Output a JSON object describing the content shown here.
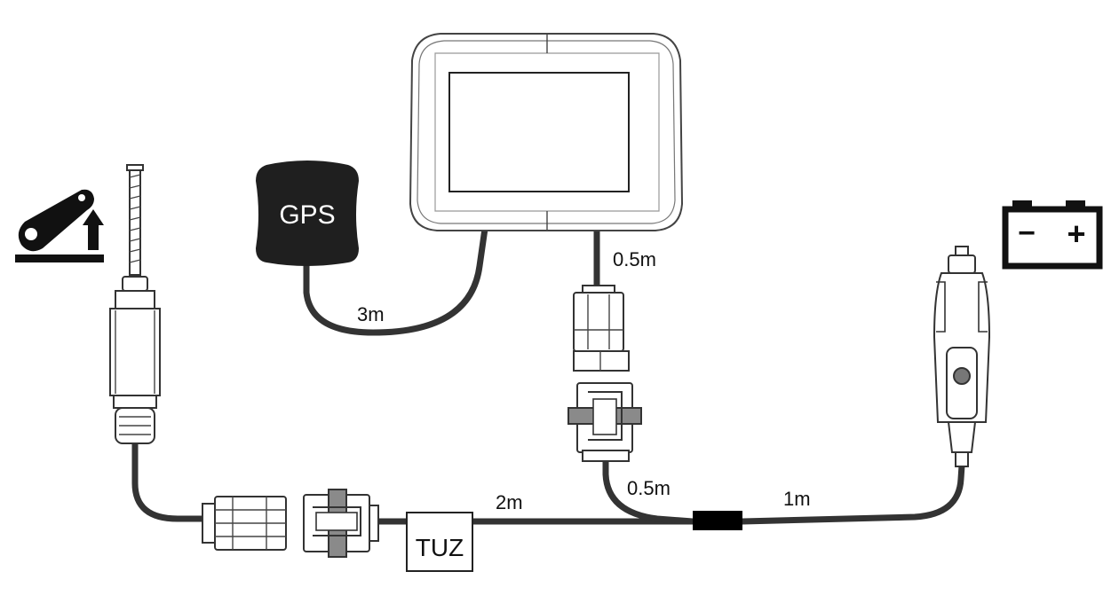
{
  "diagram": {
    "gps_label": "GPS",
    "tuz_label": "TUZ",
    "cable_labels": {
      "gps_cable": "3m",
      "display_cable": "0.5m",
      "connector_cable": "0.5m",
      "main_cable": "2m",
      "power_cable": "1m"
    },
    "battery_minus": "−",
    "battery_plus": "+",
    "icons": {
      "lever": "lever-limit-icon",
      "battery": "battery-icon",
      "display": "display-terminal",
      "gps": "gps-antenna",
      "switch": "limit-switch",
      "plug": "cigarette-lighter-plug"
    },
    "colors": {
      "cable": "#333333",
      "gps_body": "#1f1f1f",
      "connector_grey": "#8a8a8a",
      "junction": "#000000"
    }
  }
}
